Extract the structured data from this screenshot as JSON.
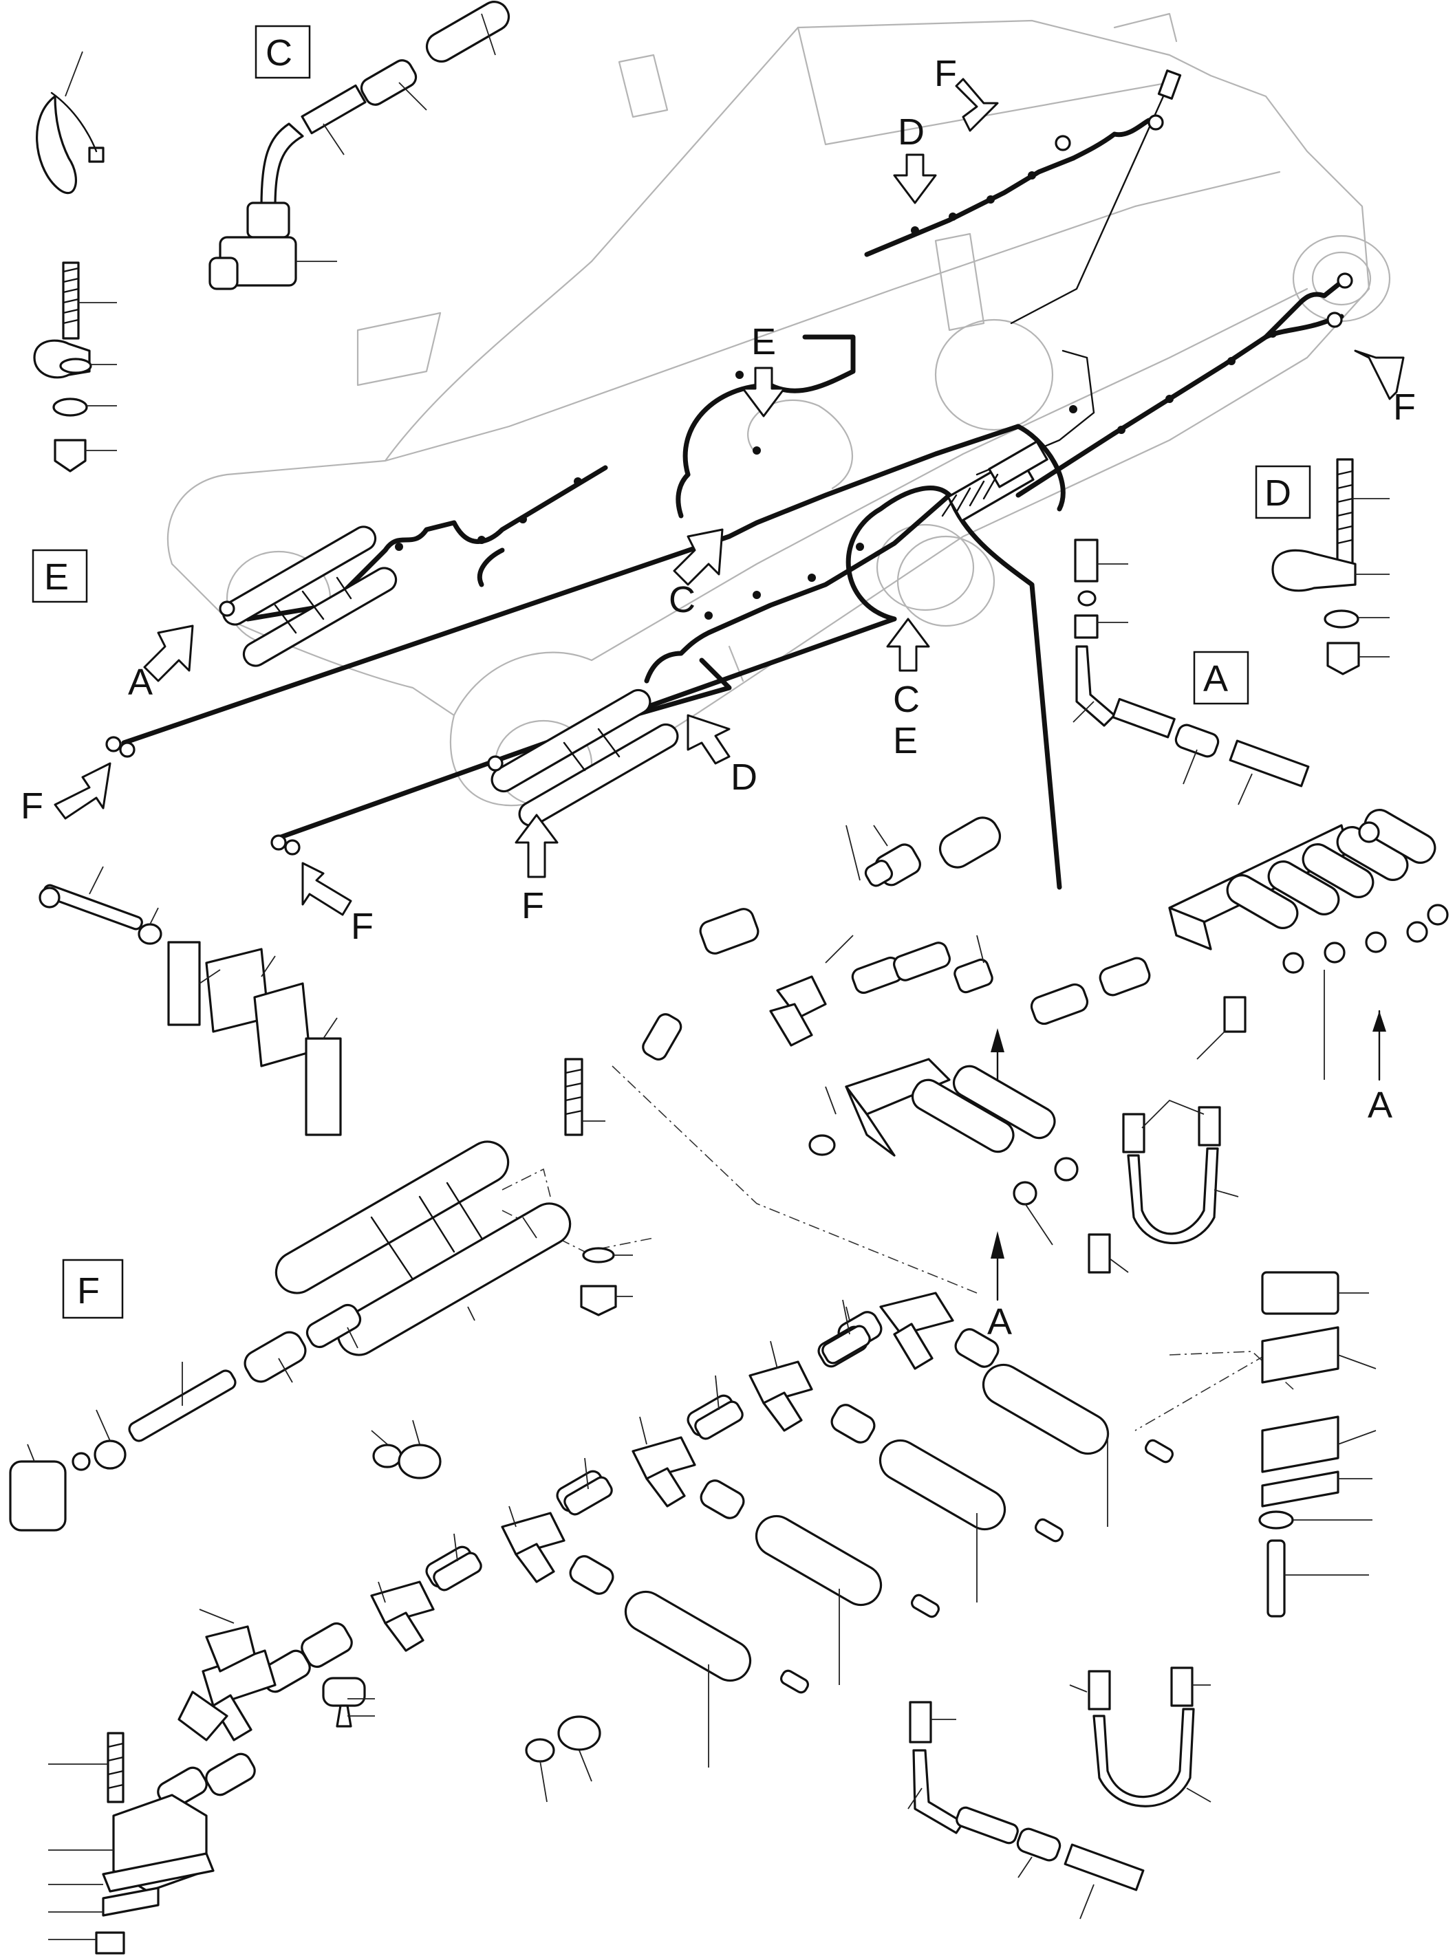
{
  "figure": {
    "view_letters": {
      "a": "A",
      "c": "C",
      "d": "D",
      "e": "E",
      "f": "F"
    },
    "boxed_detail_labels": [
      "C",
      "D",
      "E",
      "A",
      "F"
    ],
    "callout_letters": [
      "F",
      "D",
      "E",
      "F",
      "A",
      "C",
      "C",
      "E",
      "D",
      "F",
      "F",
      "F",
      "A",
      "A"
    ]
  }
}
